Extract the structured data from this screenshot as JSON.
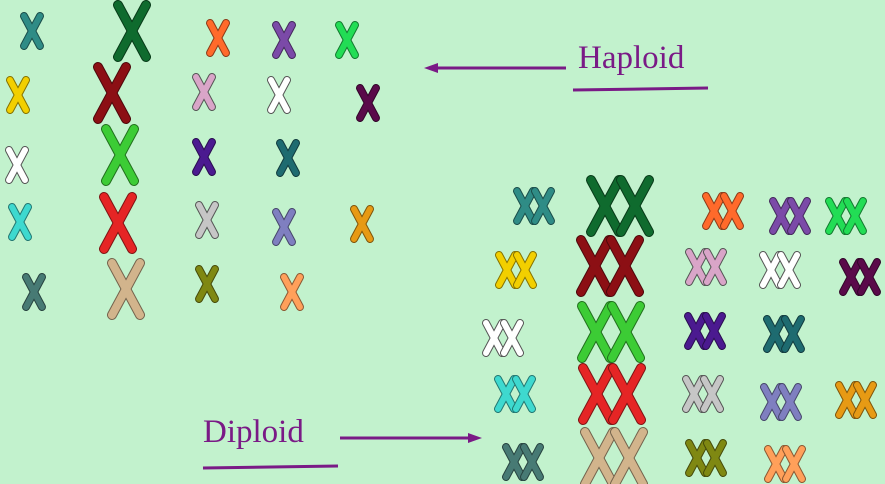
{
  "labels": {
    "haploid": "Haploid",
    "diploid": "Diploid"
  },
  "colors": {
    "background": "#c2f2cd",
    "arrow": "#7a1a86",
    "label": "#7a1a86"
  },
  "haploid_set": [
    {
      "color": "#2f8c86",
      "size": "small"
    },
    {
      "color": "#0f6b2e",
      "size": "large"
    },
    {
      "color": "#ff6a2b",
      "size": "small"
    },
    {
      "color": "#7b4aa8",
      "size": "small"
    },
    {
      "color": "#22dd55",
      "size": "small"
    },
    {
      "color": "#f2cf00",
      "size": "small"
    },
    {
      "color": "#8c0f14",
      "size": "large"
    },
    {
      "color": "#d9a5c8",
      "size": "small"
    },
    {
      "color": "#ffffff",
      "size": "small"
    },
    {
      "color": "#5a0a4a",
      "size": "small"
    },
    {
      "color": "#ffffff",
      "size": "small"
    },
    {
      "color": "#3ccc35",
      "size": "large"
    },
    {
      "color": "#4b1a90",
      "size": "small"
    },
    {
      "color": "#1e6b70",
      "size": "small"
    },
    {
      "color": "#3ed9cf",
      "size": "small"
    },
    {
      "color": "#e52525",
      "size": "large"
    },
    {
      "color": "#c6c6c6",
      "size": "small"
    },
    {
      "color": "#7f7fc0",
      "size": "small"
    },
    {
      "color": "#e79a14",
      "size": "small"
    },
    {
      "color": "#477a74",
      "size": "small"
    },
    {
      "color": "#d2b48c",
      "size": "large"
    },
    {
      "color": "#7f8812",
      "size": "small"
    },
    {
      "color": "#ffa05a",
      "size": "small"
    }
  ],
  "diploid_set": [
    {
      "color": "#2f8c86",
      "size": "small"
    },
    {
      "color": "#0f6b2e",
      "size": "large"
    },
    {
      "color": "#ff6a2b",
      "size": "small"
    },
    {
      "color": "#7b4aa8",
      "size": "small"
    },
    {
      "color": "#22dd55",
      "size": "small"
    },
    {
      "color": "#f2cf00",
      "size": "small"
    },
    {
      "color": "#8c0f14",
      "size": "large"
    },
    {
      "color": "#d9a5c8",
      "size": "small"
    },
    {
      "color": "#ffffff",
      "size": "small"
    },
    {
      "color": "#5a0a4a",
      "size": "small"
    },
    {
      "color": "#ffffff",
      "size": "small"
    },
    {
      "color": "#3ccc35",
      "size": "large"
    },
    {
      "color": "#4b1a90",
      "size": "small"
    },
    {
      "color": "#1e6b70",
      "size": "small"
    },
    {
      "color": "#3ed9cf",
      "size": "small"
    },
    {
      "color": "#e52525",
      "size": "large"
    },
    {
      "color": "#c6c6c6",
      "size": "small"
    },
    {
      "color": "#7f7fc0",
      "size": "small"
    },
    {
      "color": "#e79a14",
      "size": "small"
    },
    {
      "color": "#477a74",
      "size": "small"
    },
    {
      "color": "#d2b48c",
      "size": "large"
    },
    {
      "color": "#7f8812",
      "size": "small"
    },
    {
      "color": "#ffa05a",
      "size": "small"
    }
  ]
}
